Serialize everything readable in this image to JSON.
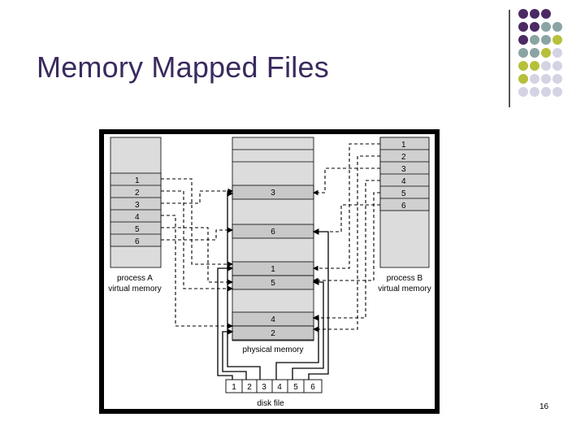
{
  "slide": {
    "title": "Memory Mapped Files",
    "page_number": "16"
  },
  "theme": {
    "title_color": "#3a2a5e",
    "dot_colors": [
      "#4b2a63",
      "#8aa4a4",
      "#b7c03a",
      "#d4d3e4"
    ]
  },
  "diagram": {
    "process_a_pages": [
      "1",
      "2",
      "3",
      "4",
      "5",
      "6"
    ],
    "process_a_label_1": "process A",
    "process_a_label_2": "virtual memory",
    "process_b_pages": [
      "1",
      "2",
      "3",
      "4",
      "5",
      "6"
    ],
    "process_b_label_1": "process B",
    "process_b_label_2": "virtual memory",
    "physical_frames": [
      "3",
      "6",
      "1",
      "5",
      "4",
      "2"
    ],
    "physical_label": "physical memory",
    "disk_blocks": [
      "1",
      "2",
      "3",
      "4",
      "5",
      "6"
    ],
    "disk_label": "disk file"
  }
}
